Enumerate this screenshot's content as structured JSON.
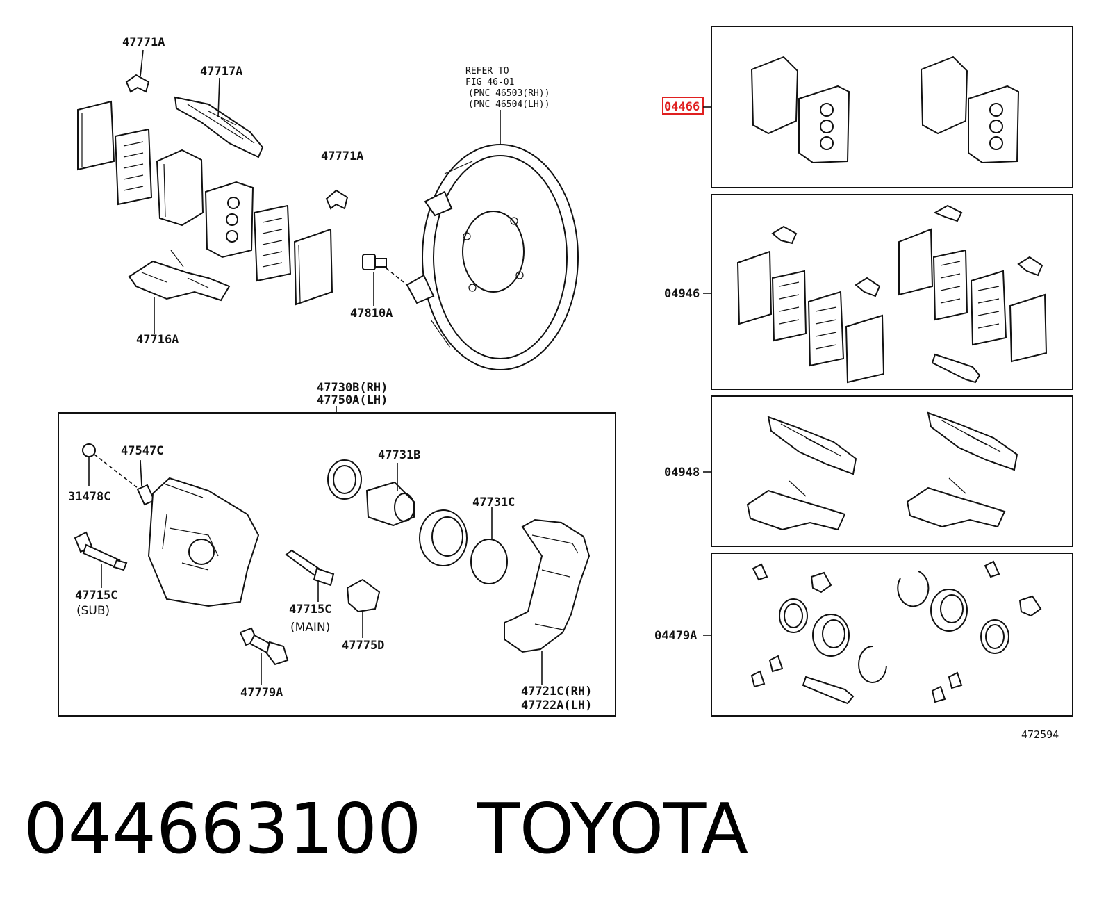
{
  "refer_note": {
    "line1": "REFER TO",
    "line2": "FIG 46-01",
    "line3": "(PNC 46503(RH))",
    "line4": "(PNC 46504(LH))"
  },
  "labels": {
    "l_47771A_top": "47771A",
    "l_47717A": "47717A",
    "l_47771A_mid": "47771A",
    "l_47716A": "47716A",
    "l_47810A": "47810A",
    "l_47730B": "47730B(RH)",
    "l_47750A": "47750A(LH)",
    "l_47547C": "47547C",
    "l_31478C": "31478C",
    "l_47715C_sub": "47715C",
    "l_sub": "(SUB)",
    "l_47731B": "47731B",
    "l_47731C": "47731C",
    "l_47715C_main": "47715C",
    "l_main": "(MAIN)",
    "l_47775D": "47775D",
    "l_47779A": "47779A",
    "l_47721C": "47721C(RH)",
    "l_47722A": "47722A(LH)",
    "l_04466": "04466",
    "l_04946": "04946",
    "l_04948": "04948",
    "l_04479A": "04479A",
    "l_fig_no": "472594"
  },
  "highlight_color": "#e02020",
  "footer": {
    "part_number": "044663100",
    "brand": "TOYOTA"
  }
}
